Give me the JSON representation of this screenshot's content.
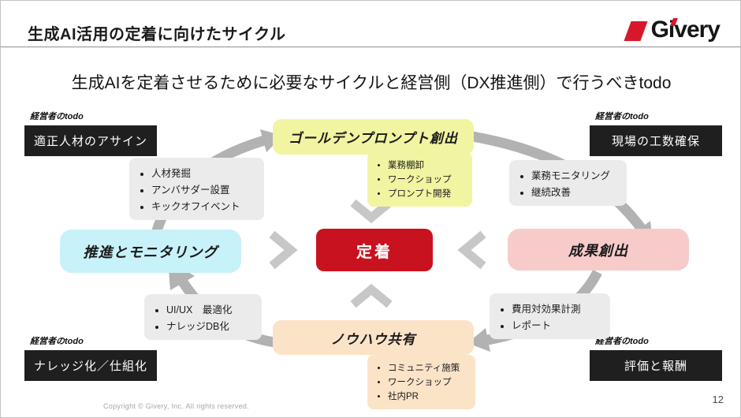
{
  "header": {
    "title": "生成AI活用の定着に向けたサイクル",
    "logo": "Givery"
  },
  "subtitle": "生成AIを定着させるために必要なサイクルと経営側（DX推進側）で行うべきtodo",
  "todo_label": "経営者のtodo",
  "todos": {
    "top_left": "適正人材のアサイン",
    "top_right": "現場の工数確保",
    "bottom_left": "ナレッジ化／仕組化",
    "bottom_right": "評価と報酬"
  },
  "cycle": {
    "top": {
      "title": "ゴールデンプロンプト創出",
      "items": [
        "業務棚卸",
        "ワークショップ",
        "プロンプト開発"
      ]
    },
    "right": {
      "title": "成果創出"
    },
    "bottom": {
      "title": "ノウハウ共有",
      "items": [
        "コミュニティ施策",
        "ワークショップ",
        "社内PR"
      ]
    },
    "left": {
      "title": "推進とモニタリング"
    },
    "center": {
      "title": "定着"
    }
  },
  "notes": {
    "left_top": [
      "人材発掘",
      "アンバサダー設置",
      "キックオフイベント"
    ],
    "right_top": [
      "業務モニタリング",
      "継続改善"
    ],
    "left_bottom": [
      "UI/UX　最適化",
      "ナレッジDB化"
    ],
    "right_bottom": [
      "費用対効果計測",
      "レポート"
    ]
  },
  "footer": {
    "copyright": "Copyright © Givery, Inc. All rights reserved.",
    "page_number": "12"
  },
  "colors": {
    "accent_red": "#c9121f",
    "logo_red": "#d7182b",
    "stage_yellow": "#f1f5a1",
    "stage_cyan": "#c8f2f9",
    "stage_pink": "#f6cbca",
    "stage_peach": "#fbe3c8",
    "note_gray": "#ebebeb",
    "arrow_gray": "#b2b2b2",
    "todo_black": "#1f1f1f"
  }
}
